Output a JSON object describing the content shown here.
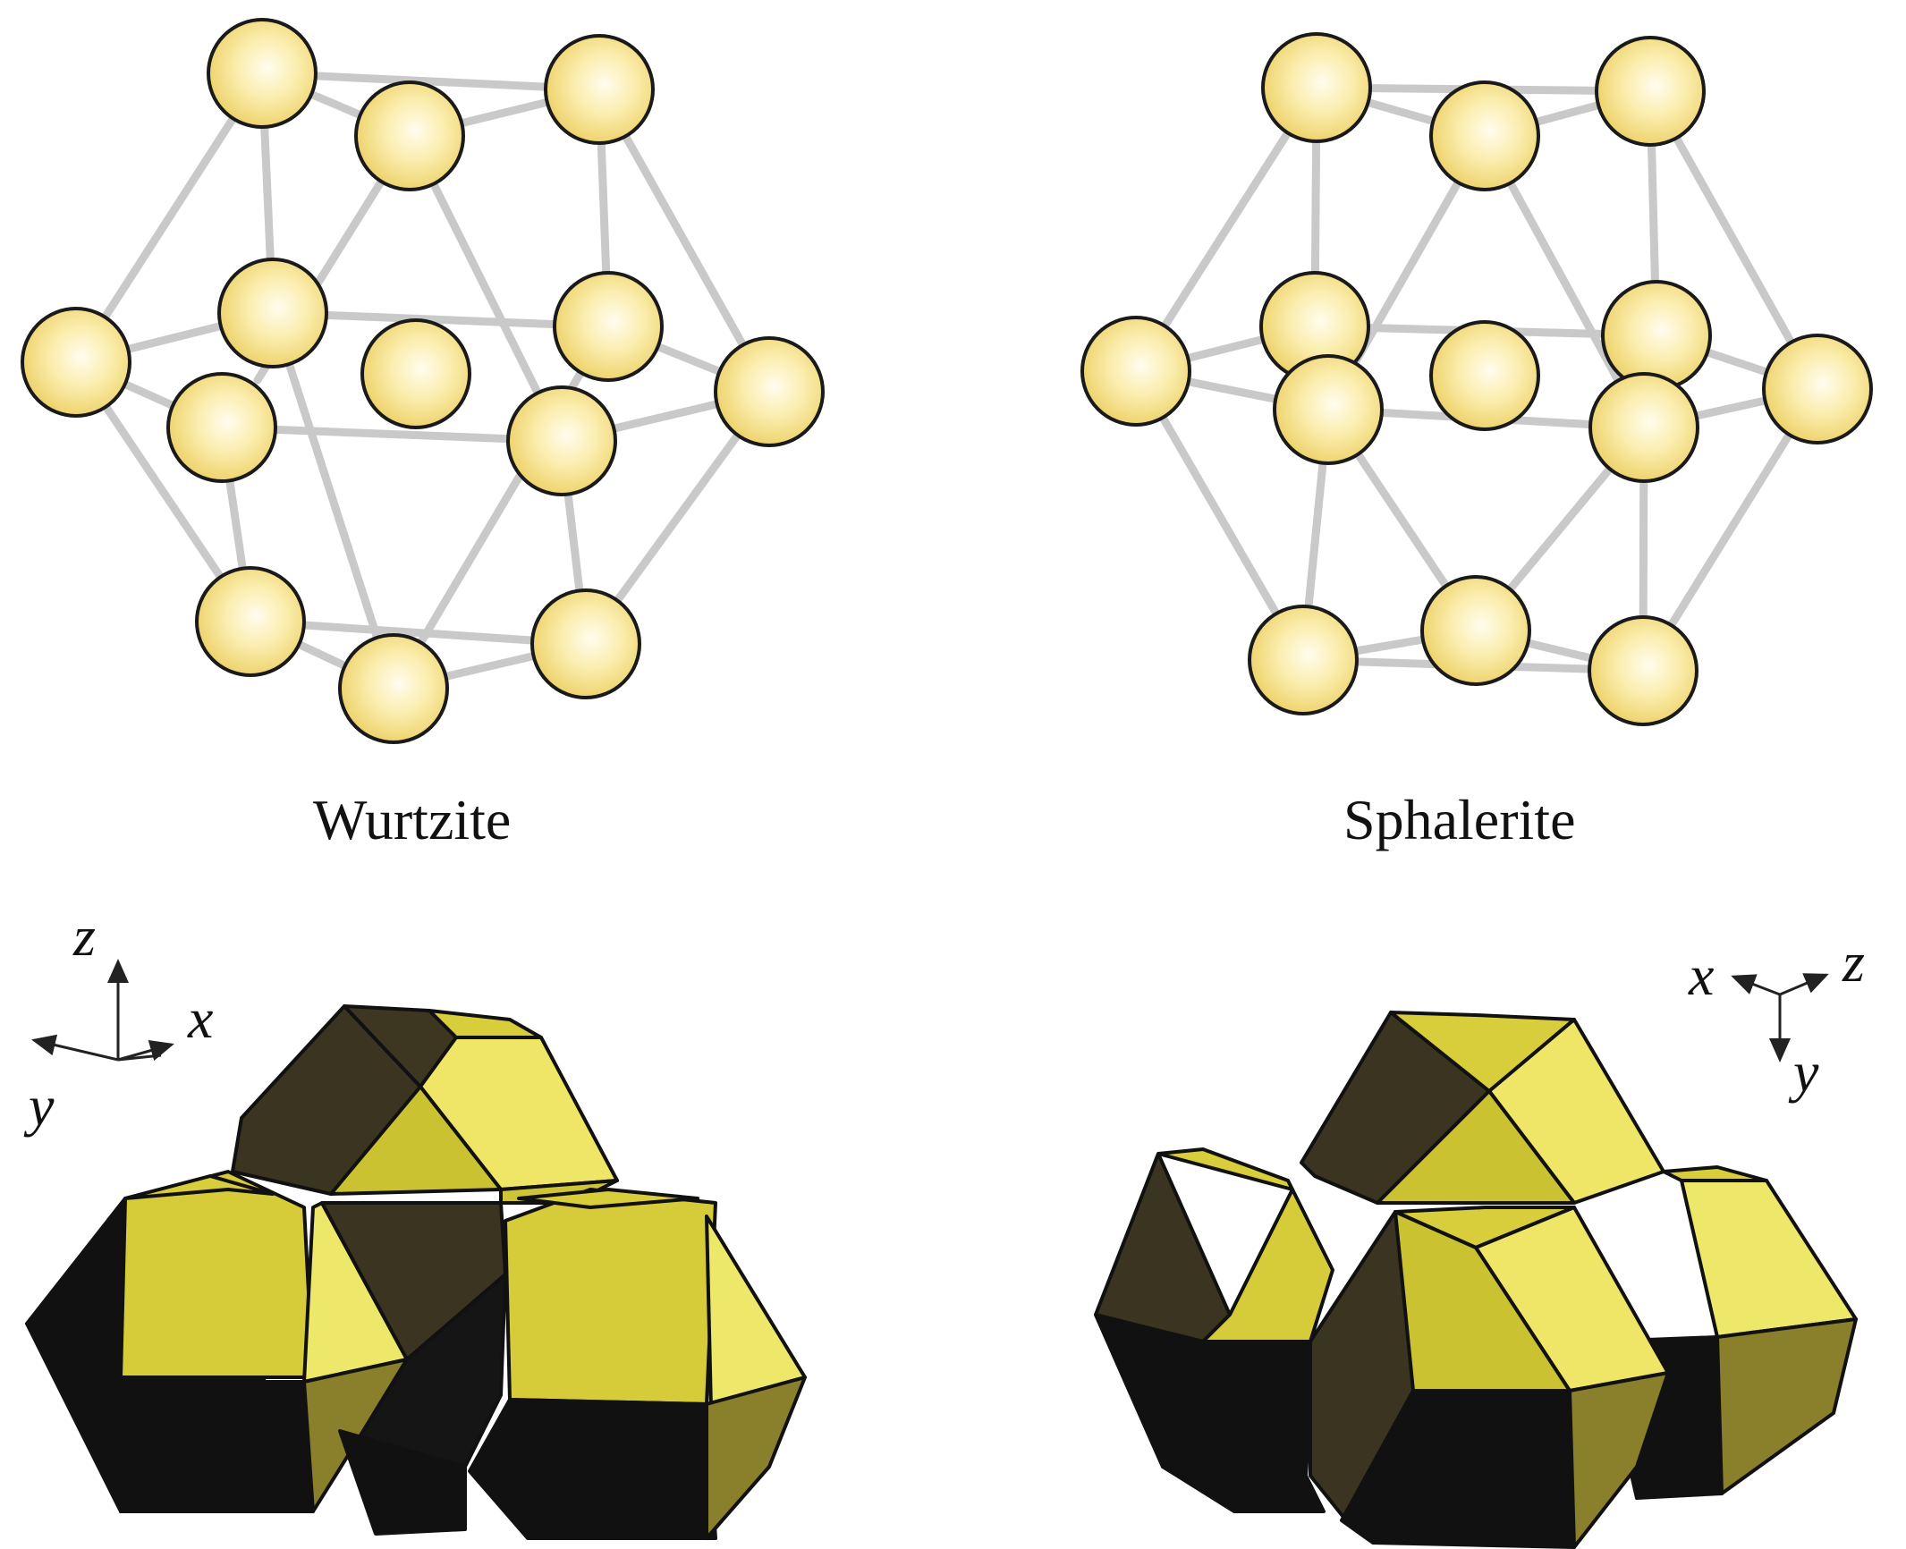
{
  "captions": {
    "wurtzite": "Wurtzite",
    "sphalerite": "Sphalerite"
  },
  "axes": {
    "wurtzite": {
      "z": "z",
      "x": "x",
      "y": "y"
    },
    "sphalerite": {
      "x": "x",
      "z": "z",
      "y": "y"
    }
  },
  "colors": {
    "atom_fill": "#f4dc7a",
    "atom_highlight": "#fffbe8",
    "bond": "#c8c8c8",
    "face_bright": "#eee86a",
    "face_mid": "#cbc232",
    "face_dark": "#3a3420",
    "face_black": "#111111",
    "face_olive": "#8a7f2a"
  }
}
